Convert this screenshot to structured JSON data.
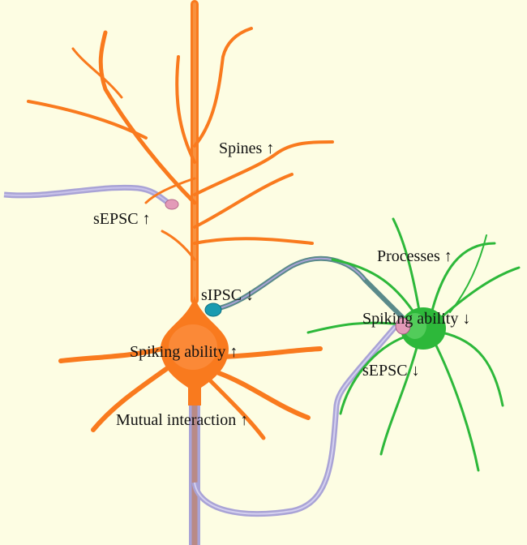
{
  "colors": {
    "background": "#fdfde3",
    "pyramidal": "#f97a1e",
    "interneuron": "#2db83a",
    "myelin": "#a9a3d6",
    "axon_core": "#b98a86",
    "inhibitory_axon": "#5a8a8a",
    "inhibitory_bouton": "#1a9bb0",
    "excitatory_bouton": "#e39ab8"
  },
  "labels": {
    "spines": "Spines ↑",
    "sepsc_pyramidal": "sEPSC ↑",
    "sipsc": "sIPSC ↓",
    "spiking_pyramidal": "Spiking ability ↑",
    "mutual": "Mutual interaction ↑",
    "processes": "Processes ↑",
    "spiking_interneuron": "Spiking ability ↓",
    "sepsc_interneuron": "sEPSC ↓"
  }
}
